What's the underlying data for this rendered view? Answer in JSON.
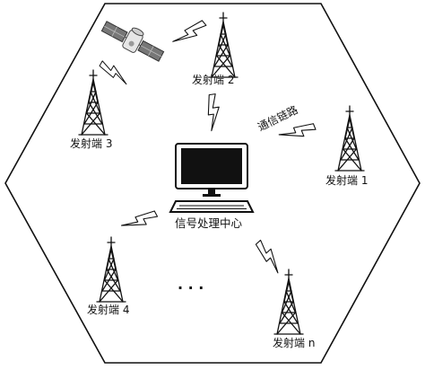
{
  "diagram": {
    "center": {
      "label": "信号处理中心"
    },
    "link_label": "通信链路",
    "transmitters": [
      {
        "id": "t2",
        "label": "发射端 2"
      },
      {
        "id": "t3",
        "label": "发射端 3"
      },
      {
        "id": "t1",
        "label": "发射端 1"
      },
      {
        "id": "t4",
        "label": "发射端 4"
      },
      {
        "id": "tn",
        "label": "发射端 n"
      }
    ],
    "ellipsis": "· · ·",
    "icons": [
      "satellite-icon",
      "computer-icon",
      "tower-icon",
      "lightning-link-icon"
    ]
  }
}
